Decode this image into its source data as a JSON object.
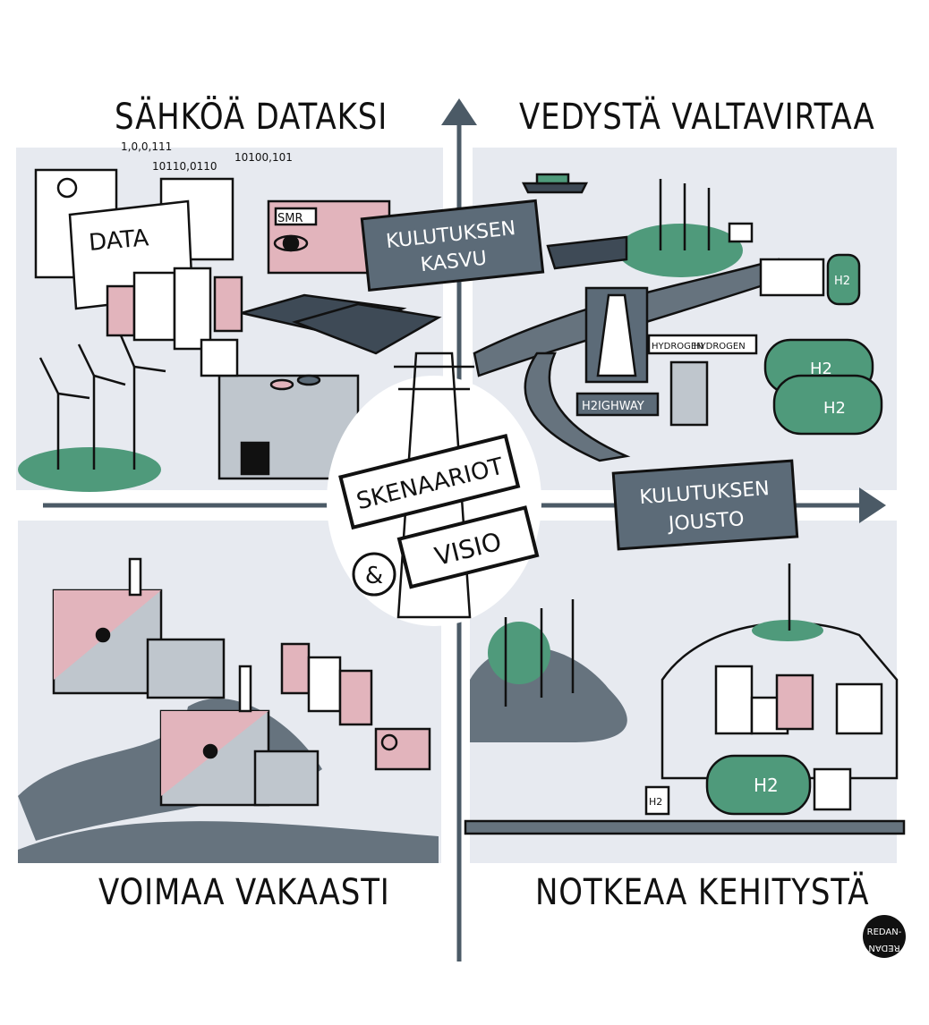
{
  "quadrants": {
    "top_left": "SÄHKÖÄ DATAKSI",
    "top_right": "VEDYSTÄ VALTAVIRTAA",
    "bottom_left": "VOIMAA VAKAASTI",
    "bottom_right": "NOTKEAA KEHITYSTÄ"
  },
  "axes": {
    "vertical_label": [
      "KULUTUKSEN",
      "KASVU"
    ],
    "horizontal_label": [
      "KULUTUKSEN",
      "JOUSTO"
    ]
  },
  "center": {
    "sign1": "SKENAARIOT",
    "ampersand": "&",
    "sign2": "VISIO"
  },
  "illustration_text": {
    "data_building": "DATA",
    "smr": "SMR",
    "binary1": "1,0,0,111",
    "binary2": "10110,0110",
    "binary3": "10100,101",
    "highway_sign": "H2IGHWAY",
    "hydrogen1": "HYDROGEN",
    "hydrogen2": "HYDROGEN",
    "h2": "H2"
  },
  "logo": [
    "REDAN-",
    "REDAN"
  ],
  "colors": {
    "panel": "#e7eaf0",
    "axis": "#4b5a66",
    "label_box": "#5c6b78",
    "pink": "#e2b4bc",
    "green": "#4f9a7b",
    "gray": "#bfc6cd",
    "water": "#66737e"
  }
}
